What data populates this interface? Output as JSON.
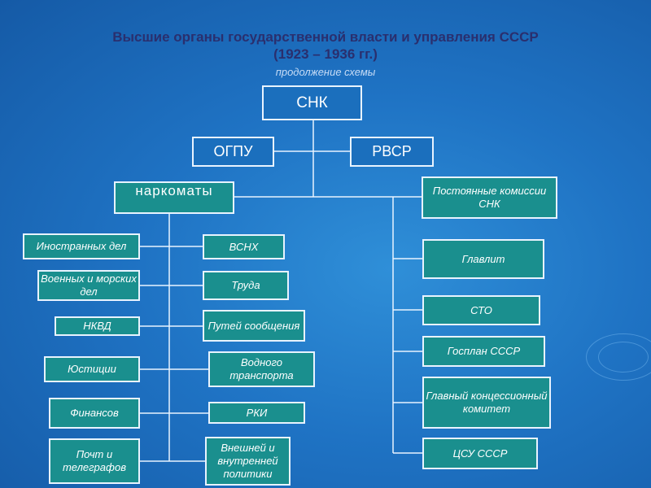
{
  "header": {
    "title_line1": "Высшие органы государственной власти и управления СССР",
    "title_line2": "(1923 – 1936 гг.)",
    "subtitle": "продолжение схемы"
  },
  "top": {
    "snk": "СНК",
    "ogpu": "ОГПУ",
    "rvsr": "РВСР"
  },
  "narkomaty": {
    "label": "наркоматы",
    "left_column": [
      "Иностранных дел",
      "Военных и морских дел",
      "НКВД",
      "Юстиции",
      "Финансов",
      "Почт и телеграфов"
    ],
    "right_column": [
      "ВСНХ",
      "Труда",
      "Путей сообщения",
      "Водного транспорта",
      "РКИ",
      "Внешней и внутренней политики"
    ]
  },
  "commissions": {
    "label": "Постоянные комиссии СНК",
    "items": [
      "Главлит",
      "СТО",
      "Госплан СССР",
      "Главный концессионный комитет",
      "ЦСУ СССР"
    ]
  },
  "colors": {
    "background": "#1f73c4",
    "box_fill": "#1a8f8e",
    "box_border": "#e8f3ff",
    "title_color": "#2a2f6e"
  }
}
